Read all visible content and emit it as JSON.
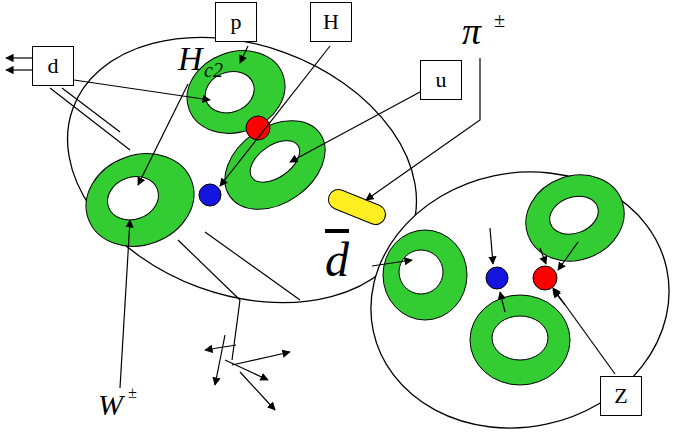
{
  "diagram": {
    "nodes": [
      {
        "text": [
          "p"
        ]
      },
      {
        "text": [
          "H"
        ]
      },
      {
        "text": [
          "d"
        ]
      },
      {
        "text": [
          "u"
        ]
      },
      {
        "text": [
          "Z"
        ]
      }
    ],
    "labels": [
      "H",
      "c2",
      "π",
      "±",
      "d",
      "W",
      "±"
    ]
  }
}
